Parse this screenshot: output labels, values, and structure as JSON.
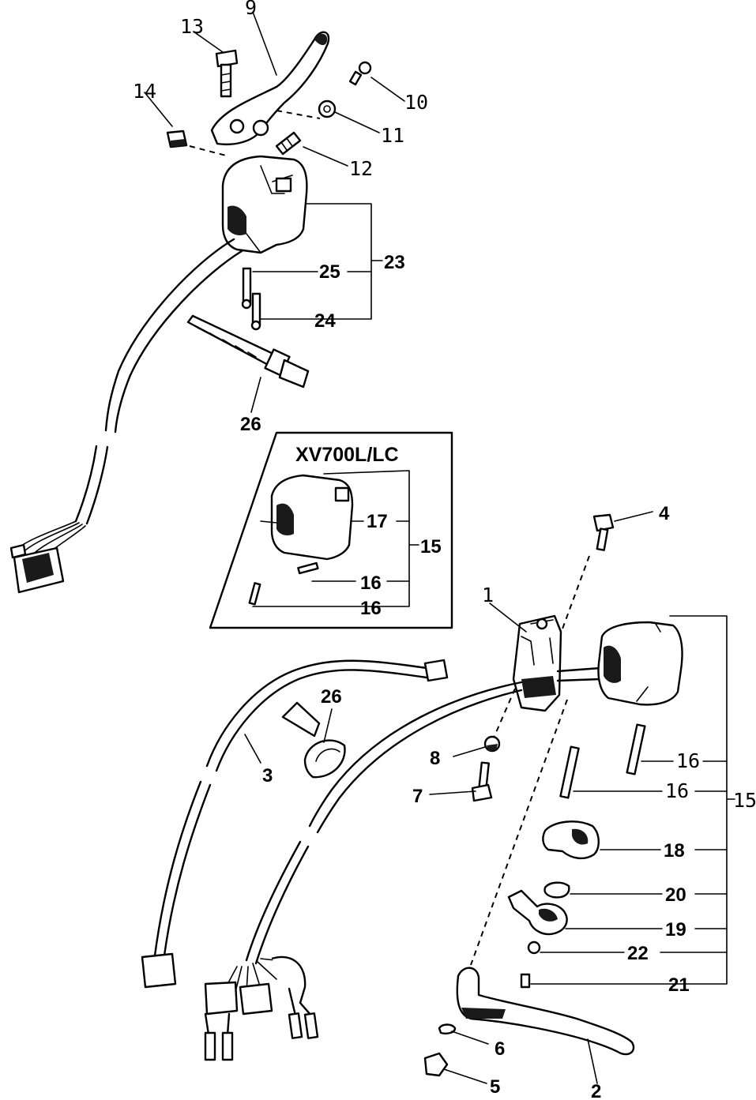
{
  "inset": {
    "title": "XV700L/LC"
  },
  "callouts": {
    "n1": "1",
    "n2": "2",
    "n3": "3",
    "n4": "4",
    "n5": "5",
    "n6": "6",
    "n7": "7",
    "n8": "8",
    "n9": "9",
    "n10": "10",
    "n11": "11",
    "n12": "12",
    "n13": "13",
    "n14": "14",
    "n15": "15",
    "n16": "16",
    "n17": "17",
    "n18": "18",
    "n19": "19",
    "n20": "20",
    "n21": "21",
    "n22": "22",
    "n23": "23",
    "n24": "24",
    "n25": "25",
    "n26": "26"
  }
}
